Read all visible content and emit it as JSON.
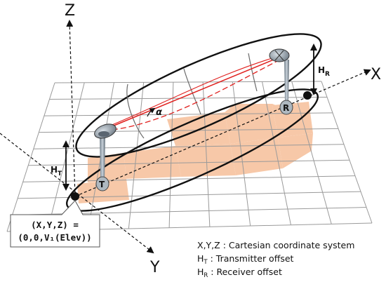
{
  "axes": {
    "x_label": "X",
    "y_label": "Y",
    "z_label": "Z"
  },
  "angle_label": "α",
  "transmitter": {
    "height_label_main": "H",
    "height_label_sub": "T",
    "marker": "T"
  },
  "receiver": {
    "height_label_main": "H",
    "height_label_sub": "R",
    "marker": "R"
  },
  "origin_box": {
    "line1": "(X,Y,Z) =",
    "line2": "(0,0,V₁(Elev))"
  },
  "legend": [
    {
      "sym_main": "X,Y,Z",
      "sym_sub": "",
      "text": " : Cartesian coordinate system"
    },
    {
      "sym_main": "H",
      "sym_sub": "T",
      "text": " : Transmitter offset"
    },
    {
      "sym_main": "H",
      "sym_sub": "R",
      "text": " : Receiver offset"
    }
  ],
  "colors": {
    "grid": "#9a9a9a",
    "shaded": "#f7c8a8",
    "beam": "#e0201e",
    "ellipse": "#111111"
  }
}
